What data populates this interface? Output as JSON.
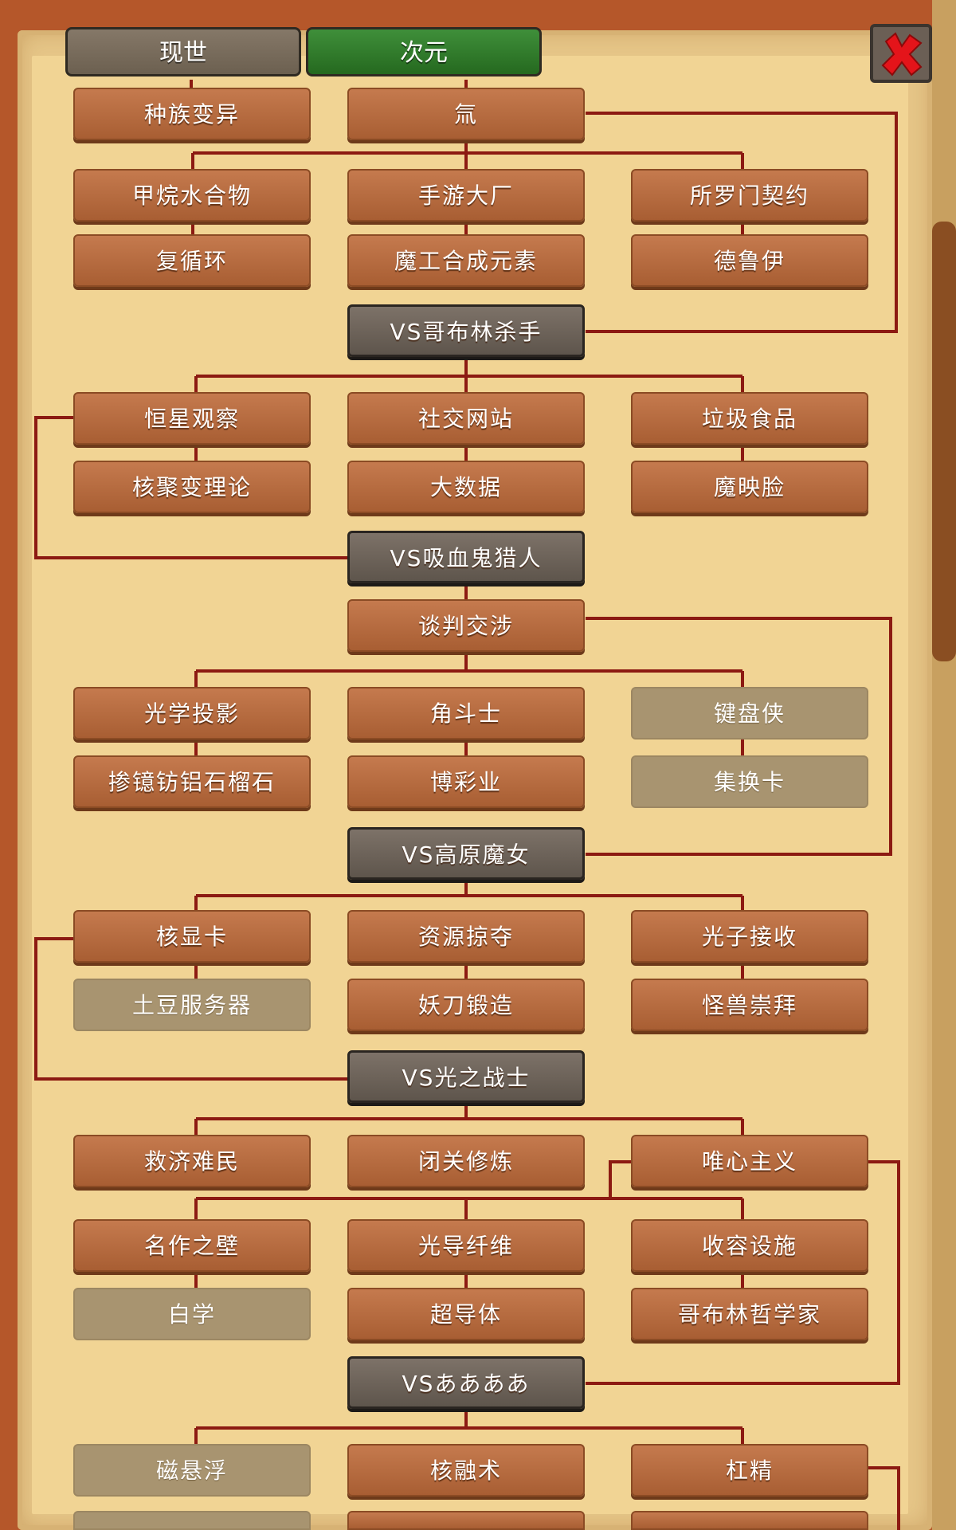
{
  "tabs": [
    {
      "label": "现世",
      "active": false
    },
    {
      "label": "次元",
      "active": true
    }
  ],
  "close_button": {
    "icon": "red-x-icon"
  },
  "colors": {
    "wood": "#b86c40",
    "locked": "#a89470",
    "boss": "#6a6057",
    "line": "#8c1a12",
    "tab_active": "#2f7a2a"
  },
  "tree": {
    "row1": {
      "left": "种族变异",
      "mid": "氚"
    },
    "row2": {
      "a": "甲烷水合物",
      "b": "手游大厂",
      "c": "所罗门契约"
    },
    "row3": {
      "a": "复循环",
      "b": "魔工合成元素",
      "c": "德鲁伊"
    },
    "boss1": "VS哥布林杀手",
    "row4": {
      "a": "恒星观察",
      "b": "社交网站",
      "c": "垃圾食品"
    },
    "row5": {
      "a": "核聚变理论",
      "b": "大数据",
      "c": "魔映脸"
    },
    "boss2": "VS吸血鬼猎人",
    "row6": {
      "b": "谈判交涉"
    },
    "row7": {
      "a": "光学投影",
      "b": "角斗士",
      "c": "键盘侠"
    },
    "row8": {
      "a": "掺镱钫铝石榴石",
      "b": "博彩业",
      "c": "集换卡"
    },
    "boss3": "VS高原魔女",
    "row9": {
      "a": "核显卡",
      "b": "资源掠夺",
      "c": "光子接收"
    },
    "row10": {
      "a": "土豆服务器",
      "b": "妖刀锻造",
      "c": "怪兽崇拜"
    },
    "boss4": "VS光之战士",
    "row11": {
      "a": "救济难民",
      "b": "闭关修炼",
      "c": "唯心主义"
    },
    "row12": {
      "a": "名作之壁",
      "b": "光导纤维",
      "c": "收容设施"
    },
    "row13": {
      "a": "白学",
      "b": "超导体",
      "c": "哥布林哲学家"
    },
    "boss5": "VSああああ",
    "row14": {
      "a": "磁悬浮",
      "b": "核融术",
      "c": "杠精"
    }
  }
}
